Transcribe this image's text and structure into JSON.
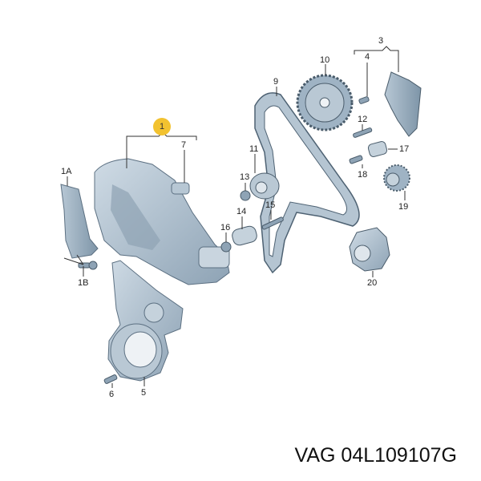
{
  "caption": "VAG 04L109107G",
  "highlight": {
    "label": "1",
    "color": "#f2c230"
  },
  "colors": {
    "part_fill": "#9fb3c4",
    "part_dark": "#6f8596",
    "part_light": "#d3dde6",
    "leader": "#333333"
  },
  "labels": {
    "l1A": "1A",
    "l1B": "1B",
    "l3": "3",
    "l4": "4",
    "l5": "5",
    "l6": "6",
    "l7": "7",
    "l9": "9",
    "l10": "10",
    "l11": "11",
    "l12": "12",
    "l13": "13",
    "l14": "14",
    "l15": "15",
    "l16": "16",
    "l17": "17",
    "l18": "18",
    "l19": "19",
    "l20": "20"
  }
}
